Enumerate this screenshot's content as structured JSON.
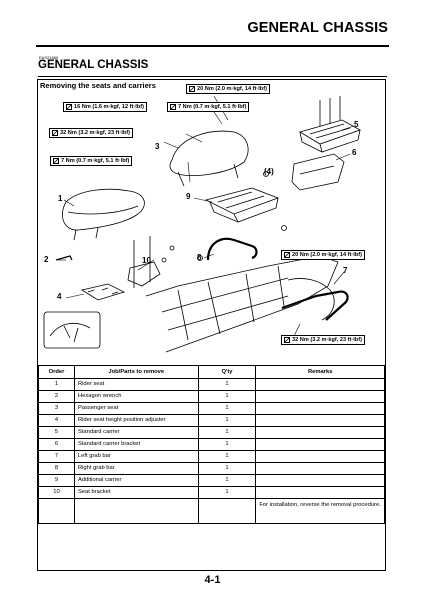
{
  "header": {
    "title": "GENERAL CHASSIS"
  },
  "section": {
    "code": "EAS21580",
    "title": "GENERAL CHASSIS"
  },
  "subsection": {
    "title": "Removing the seats and carriers"
  },
  "torques": [
    "20 Nm (2.0 m·kgf, 14 ft·lbf)",
    "16 Nm (1.6 m·kgf, 12 ft·lbf)",
    "7 Nm (0.7 m·kgf, 5.1 ft·lbf)",
    "32 Nm (3.2 m·kgf, 23 ft·lbf)",
    "7 Nm (0.7 m·kgf, 5.1 ft·lbf)",
    "20 Nm (2.0 m·kgf, 14 ft·lbf)",
    "32 Nm (3.2 m·kgf, 23 ft·lbf)"
  ],
  "callouts": [
    "1",
    "2",
    "3",
    "4",
    "5",
    "6",
    "7",
    "8",
    "9",
    "10",
    "(4)"
  ],
  "table": {
    "headers": [
      "Order",
      "Job/Parts to remove",
      "Q'ty",
      "Remarks"
    ],
    "rows": [
      [
        "1",
        "Rider seat",
        "1",
        ""
      ],
      [
        "2",
        "Hexagon wrench",
        "1",
        ""
      ],
      [
        "3",
        "Passenger seat",
        "1",
        ""
      ],
      [
        "4",
        "Rider seat height position adjuster",
        "1",
        ""
      ],
      [
        "5",
        "Standard carrier",
        "1",
        ""
      ],
      [
        "6",
        "Standard carrier bracket",
        "1",
        ""
      ],
      [
        "7",
        "Left grab bar",
        "1",
        ""
      ],
      [
        "8",
        "Right grab bar",
        "1",
        ""
      ],
      [
        "9",
        "Additional carrier",
        "1",
        ""
      ],
      [
        "10",
        "Seat bracket",
        "1",
        ""
      ],
      [
        "",
        "",
        "",
        "For installation, reverse the removal procedure."
      ]
    ]
  },
  "page": {
    "number": "4-1"
  }
}
